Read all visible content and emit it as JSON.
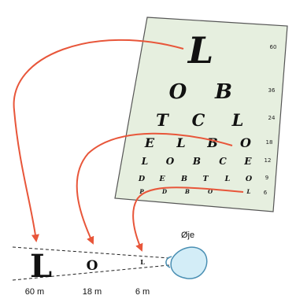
{
  "chart": {
    "rows": [
      {
        "letters": [
          "L"
        ],
        "acuity": "60"
      },
      {
        "letters": [
          "O",
          "B"
        ],
        "acuity": "36"
      },
      {
        "letters": [
          "T",
          "C",
          "L"
        ],
        "acuity": "24"
      },
      {
        "letters": [
          "E",
          "L",
          "B",
          "O"
        ],
        "acuity": "18"
      },
      {
        "letters": [
          "L",
          "O",
          "B",
          "C",
          "E"
        ],
        "acuity": "12"
      },
      {
        "letters": [
          "D",
          "E",
          "B",
          "T",
          "L",
          "O"
        ],
        "acuity": "9"
      },
      {
        "letters": [
          "P",
          "D",
          "B",
          "O",
          "L"
        ],
        "acuity": "6"
      }
    ]
  },
  "viewing": {
    "letters": [
      "L",
      "O",
      "L"
    ],
    "distances": [
      "60 m",
      "18 m",
      "6 m"
    ],
    "eye_label": "Øje"
  },
  "colors": {
    "chart_bg": "#e6efdf",
    "chart_border": "#555555",
    "arrow": "#e8563a",
    "eye_fill": "#d3edf7",
    "eye_stroke": "#4a8fb3"
  }
}
